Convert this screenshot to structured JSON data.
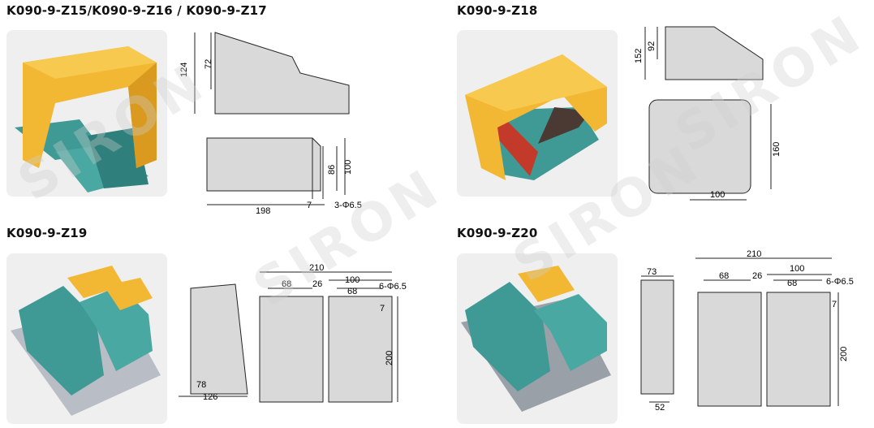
{
  "titles": {
    "z15_17": "K090-9-Z15/K090-9-Z16 / K090-9-Z17",
    "z18": "K090-9-Z18",
    "z19": "K090-9-Z19",
    "z20": "K090-9-Z20"
  },
  "watermark": "SIRON",
  "colors": {
    "yellow": "#f2b733",
    "teal": "#3f9a96",
    "grey": "#d9d9d9",
    "panel": "#efefef"
  },
  "dims": {
    "z15": {
      "h124": "124",
      "h72": "72",
      "h86": "86",
      "h100": "100",
      "w198": "198",
      "w7": "7",
      "holes": "3-Φ6.5"
    },
    "z18": {
      "h152": "152",
      "h92": "92",
      "h160": "160",
      "w100": "100"
    },
    "z19": {
      "w78": "78",
      "w126": "126",
      "w210": "210",
      "w100": "100",
      "w68a": "68",
      "w26": "26",
      "w68b": "68",
      "holes": "6-Φ6.5",
      "w7": "7",
      "h200": "200"
    },
    "z20": {
      "w73": "73",
      "w52": "52",
      "w210": "210",
      "w68a": "68",
      "w26": "26",
      "w100": "100",
      "w68b": "68",
      "holes": "6-Φ6.5",
      "w7": "7",
      "h200": "200"
    }
  }
}
